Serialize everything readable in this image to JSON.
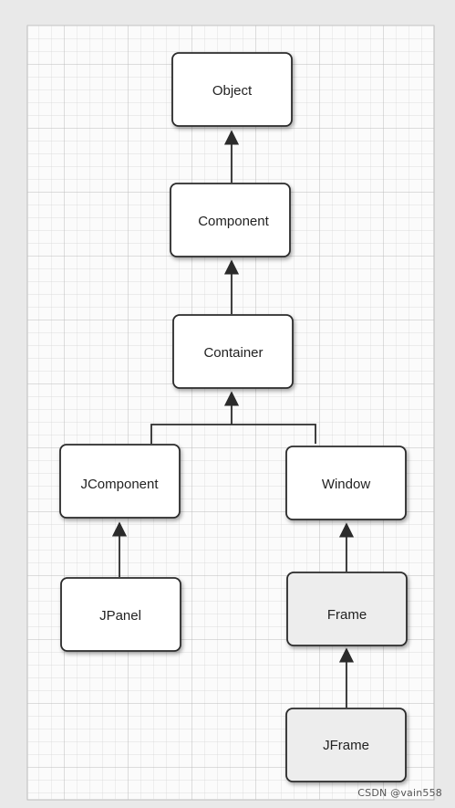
{
  "diagram": {
    "classes": {
      "object": "Object",
      "component": "Component",
      "container": "Container",
      "jcomponent": "JComponent",
      "window": "Window",
      "jpanel": "JPanel",
      "frame": "Frame",
      "jframe": "JFrame"
    },
    "colors": {
      "paper": "#fbfbfb",
      "grid": "#c9c9c9",
      "box_fill": "#ffffff",
      "box_fill_shaded": "#ededed",
      "box_stroke": "#2b2b2b",
      "connector": "#2b2b2b"
    }
  },
  "watermark": {
    "text": "CSDN @vain558"
  }
}
